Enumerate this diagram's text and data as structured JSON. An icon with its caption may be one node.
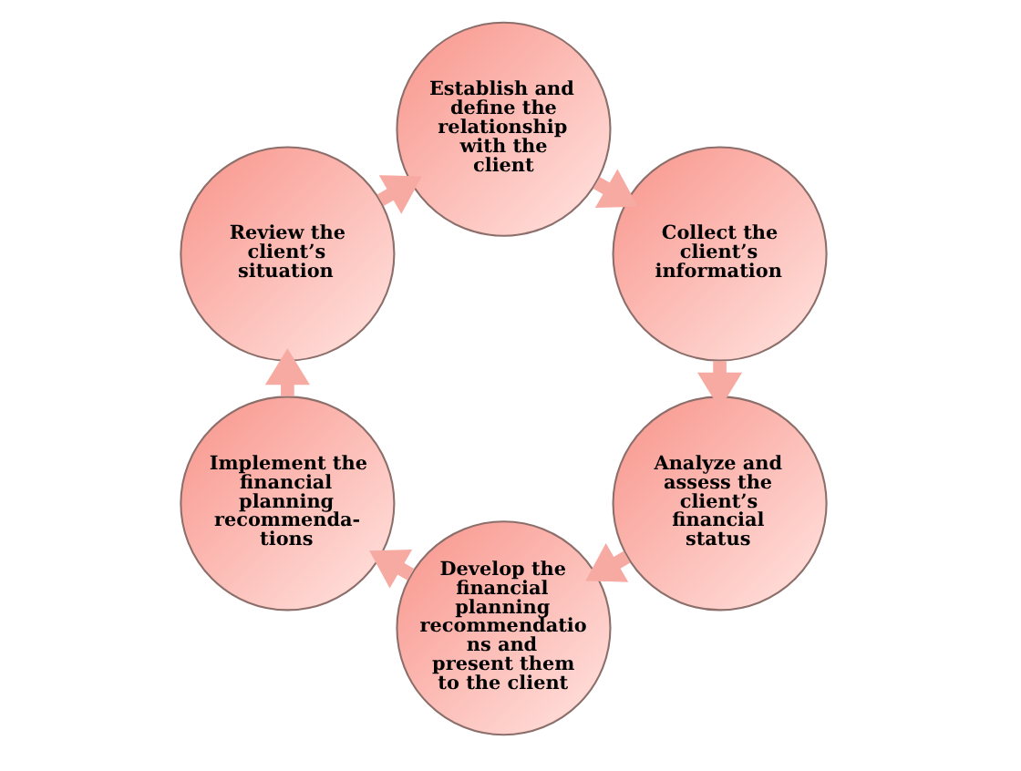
{
  "diagram": {
    "nodes": [
      {
        "text": [
          "Establish and define the relationship with the client"
        ]
      },
      {
        "text": [
          "Collect the client’s information"
        ]
      },
      {
        "text": [
          "Analyze and assess the client’s financial status"
        ]
      },
      {
        "text": [
          "Develop the financial planning recommendatio ns and present them to the client"
        ]
      },
      {
        "text": [
          "Implement the financial planning recommenda- tions"
        ]
      },
      {
        "text": [
          "Review the client’s situation"
        ]
      }
    ],
    "edges": [
      {
        "from": 0,
        "to": 1,
        "arrow": "to"
      },
      {
        "from": 1,
        "to": 2,
        "arrow": "to"
      },
      {
        "from": 2,
        "to": 3,
        "arrow": "to"
      },
      {
        "from": 3,
        "to": 4,
        "arrow": "to"
      },
      {
        "from": 4,
        "to": 5,
        "arrow": "to"
      },
      {
        "from": 5,
        "to": 0,
        "arrow": "to"
      }
    ]
  }
}
